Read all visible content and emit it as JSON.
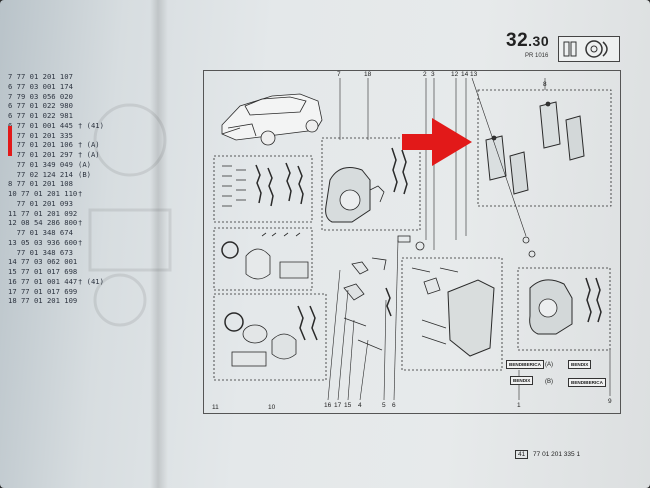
{
  "header": {
    "page_number": "32",
    "page_number_sub": ".30",
    "page_code": "PR 1016"
  },
  "ref_list": [
    {
      "code": "7 77 01 201 107",
      "note": ""
    },
    {
      "code": "6 77 03 001 174",
      "note": ""
    },
    {
      "code": "7 79 03 056 020",
      "note": ""
    },
    {
      "code": "6 77 01 022 980",
      "note": ""
    },
    {
      "code": "6 77 01 022 981",
      "note": ""
    },
    {
      "code": "6 77 01 001 445",
      "note": "† (41)"
    },
    {
      "code": "  77 01 201 335",
      "note": ""
    },
    {
      "code": "  77 01 201 106",
      "note": "† (A)"
    },
    {
      "code": "  77 01 201 297",
      "note": "† (A)"
    },
    {
      "code": "  77 01 349 049",
      "note": "(A)"
    },
    {
      "code": "  77 02 124 214",
      "note": "(B)"
    },
    {
      "code": "8 77 01 201 108",
      "note": ""
    },
    {
      "code": "10 77 01 201 110",
      "note": "†"
    },
    {
      "code": "  77 01 201 093",
      "note": ""
    },
    {
      "code": "11 77 01 201 092",
      "note": ""
    },
    {
      "code": "12 08 54 286 800",
      "note": "†"
    },
    {
      "code": "  77 01 348 674",
      "note": ""
    },
    {
      "code": "13 05 03 936 600",
      "note": "†"
    },
    {
      "code": "  77 01 348 673",
      "note": ""
    },
    {
      "code": "14 77 03 062 001",
      "note": ""
    },
    {
      "code": "15 77 01 017 698",
      "note": ""
    },
    {
      "code": "16 77 01 001 447",
      "note": "† (41)"
    },
    {
      "code": "17 77 01 017 699",
      "note": ""
    },
    {
      "code": "18 77 01 201 109",
      "note": ""
    }
  ],
  "callouts_top": [
    "7",
    "18",
    "2",
    "3",
    "12",
    "14",
    "13",
    "8"
  ],
  "callouts_bottom": [
    "11",
    "10",
    "16",
    "17",
    "15",
    "4",
    "5",
    "6",
    "1",
    "9"
  ],
  "labels": {
    "bendiberica": "BENDIBERICA",
    "bendix": "BENDIX",
    "legend_a": "(A)",
    "legend_b": "(B)"
  },
  "footer": {
    "count": "41",
    "ref": "77 01 201 335",
    "suffix": "1"
  },
  "colors": {
    "arrow": "#e21919",
    "marker": "#e21919",
    "ink": "#2a2a2a"
  },
  "icons": [
    "brake-arrow-icon",
    "brake-caliper-header-icon"
  ]
}
